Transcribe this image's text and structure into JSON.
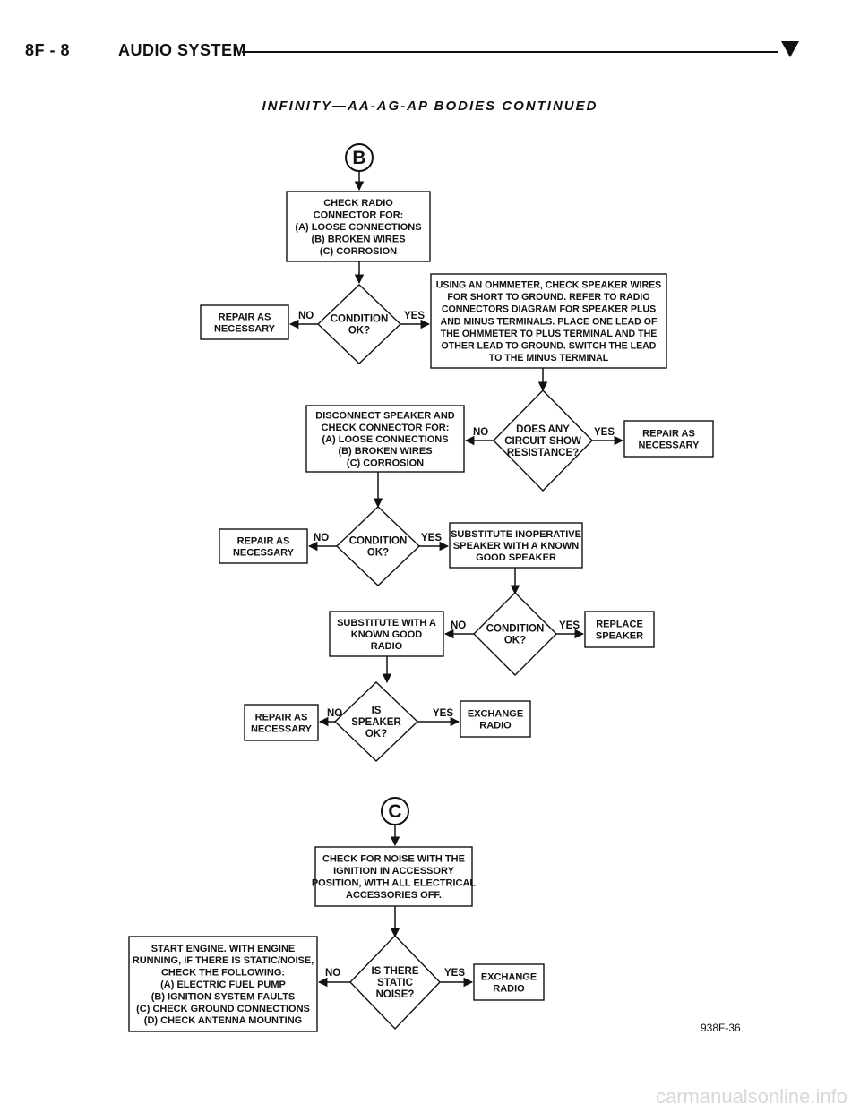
{
  "header": {
    "page_number": "8F - 8",
    "section": "AUDIO SYSTEM",
    "marker_icon": "down-triangle-icon"
  },
  "title": "INFINITY—AA-AG-AP BODIES CONTINUED",
  "figure_id": "938F-36",
  "watermark": "carmanualsonline.info",
  "connectors": {
    "b": "B",
    "c": "C"
  },
  "flow_b": {
    "check_connector": [
      "CHECK RADIO",
      "CONNECTOR FOR:",
      "(A) LOOSE CONNECTIONS",
      "(B) BROKEN WIRES",
      "(C) CORROSION"
    ],
    "condition_1": [
      "CONDITION",
      "OK?"
    ],
    "repair_1": [
      "REPAIR AS",
      "NECESSARY"
    ],
    "ohmmeter_check": [
      "USING AN OHMMETER, CHECK SPEAKER WIRES",
      "FOR SHORT TO GROUND. REFER TO RADIO",
      "CONNECTORS DIAGRAM FOR SPEAKER PLUS",
      "AND MINUS TERMINALS. PLACE ONE LEAD OF",
      "THE OHMMETER TO PLUS TERMINAL AND THE",
      "OTHER LEAD TO GROUND. SWITCH THE LEAD",
      "TO THE MINUS TERMINAL"
    ],
    "resistance_q": [
      "DOES ANY",
      "CIRCUIT SHOW",
      "RESISTANCE?"
    ],
    "repair_2": [
      "REPAIR AS",
      "NECESSARY"
    ],
    "disconnect_speaker": [
      "DISCONNECT SPEAKER AND",
      "CHECK CONNECTOR FOR:",
      "(A) LOOSE CONNECTIONS",
      "(B) BROKEN WIRES",
      "(C) CORROSION"
    ],
    "condition_2": [
      "CONDITION",
      "OK?"
    ],
    "repair_3": [
      "REPAIR AS",
      "NECESSARY"
    ],
    "substitute_speaker": [
      "SUBSTITUTE INOPERATIVE",
      "SPEAKER WITH A KNOWN",
      "GOOD SPEAKER"
    ],
    "condition_3": [
      "CONDITION",
      "OK?"
    ],
    "replace_speaker": [
      "REPLACE",
      "SPEAKER"
    ],
    "substitute_radio": [
      "SUBSTITUTE WITH A",
      "KNOWN GOOD",
      "RADIO"
    ],
    "speaker_ok_q": [
      "IS",
      "SPEAKER",
      "OK?"
    ],
    "repair_4": [
      "REPAIR AS",
      "NECESSARY"
    ],
    "exchange_radio_1": [
      "EXCHANGE",
      "RADIO"
    ]
  },
  "flow_c": {
    "check_noise": [
      "CHECK FOR NOISE WITH THE",
      "IGNITION IN ACCESSORY",
      "POSITION, WITH ALL ELECTRICAL",
      "ACCESSORIES OFF."
    ],
    "static_q": [
      "IS THERE",
      "STATIC",
      "NOISE?"
    ],
    "start_engine": [
      "START ENGINE. WITH ENGINE",
      "RUNNING, IF THERE IS STATIC/NOISE,",
      "CHECK THE FOLLOWING:",
      "(A) ELECTRIC FUEL PUMP",
      "(B) IGNITION SYSTEM FAULTS",
      "(C) CHECK GROUND CONNECTIONS",
      "(D) CHECK ANTENNA MOUNTING"
    ],
    "exchange_radio_2": [
      "EXCHANGE",
      "RADIO"
    ]
  },
  "labels": {
    "yes": "YES",
    "no": "NO"
  }
}
